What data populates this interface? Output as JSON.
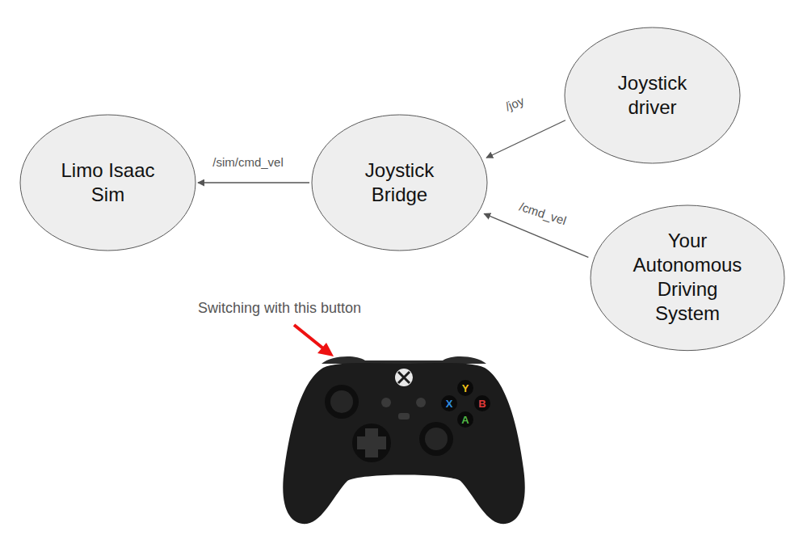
{
  "diagram": {
    "nodes": [
      {
        "text": [
          "Limo Isaac Sim"
        ]
      },
      {
        "text": [
          "Joystick Bridge"
        ]
      },
      {
        "text": [
          "Joystick driver"
        ]
      },
      {
        "text": [
          "Your Autonomous Driving System"
        ]
      }
    ],
    "edges": [
      {
        "from": 1,
        "to": 0,
        "label": "/sim/cmd_vel",
        "arrow": "to"
      },
      {
        "from": 2,
        "to": 1,
        "label": "/joy",
        "arrow": "to"
      },
      {
        "from": 3,
        "to": 1,
        "label": "/cmd_vel",
        "arrow": "to"
      }
    ],
    "labels": [
      "Switching with this button",
      "Y",
      "X",
      "B",
      "A"
    ]
  }
}
